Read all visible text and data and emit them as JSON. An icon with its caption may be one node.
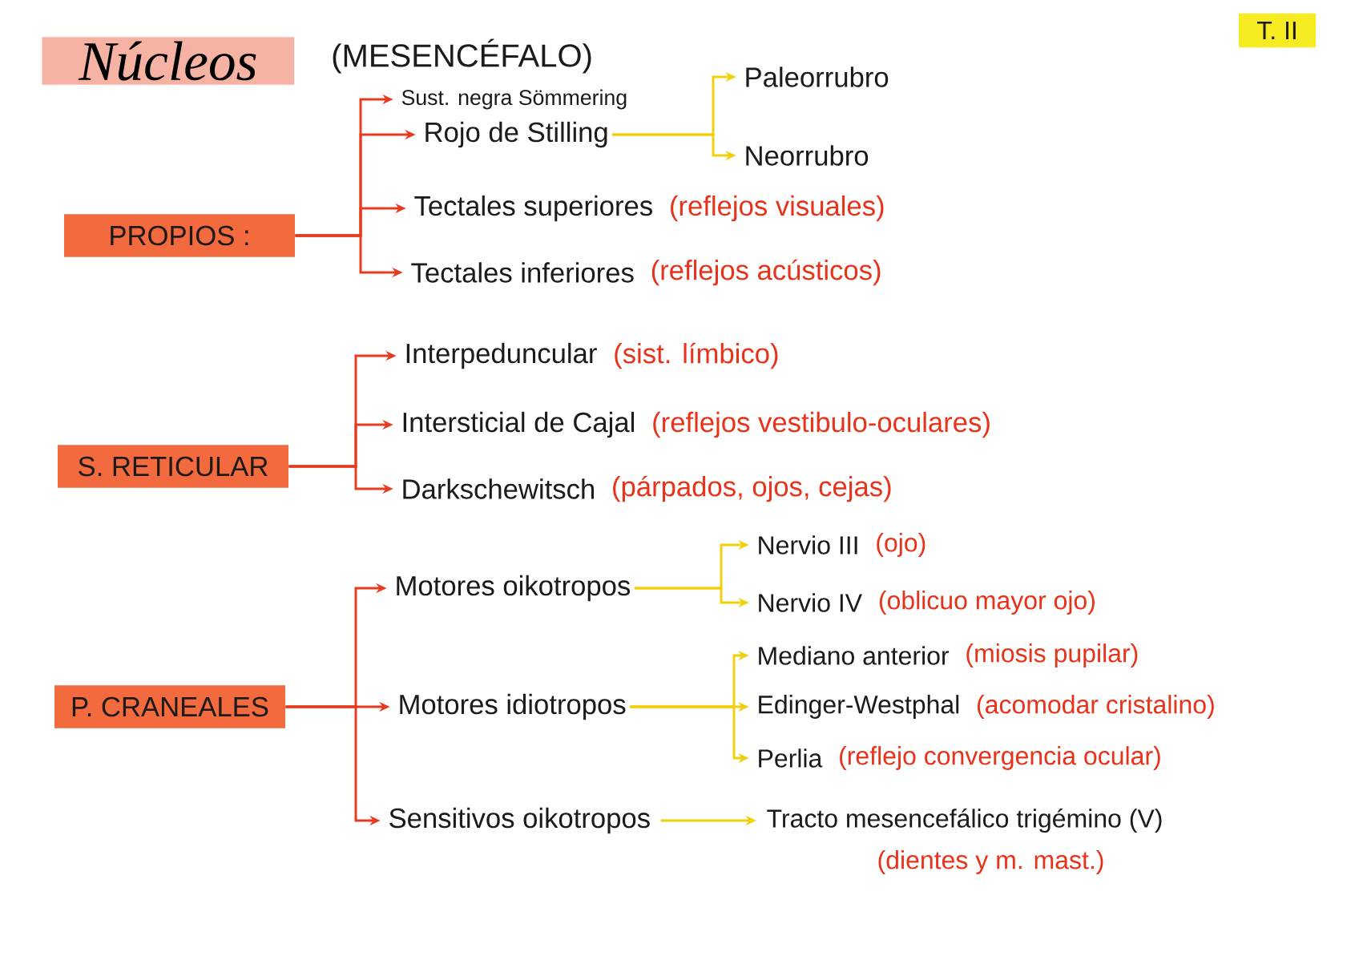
{
  "diagram": {
    "title": "Núcleos",
    "nodes": [
      {
        "text": [
          "PROPIOS :"
        ]
      },
      {
        "text": [
          "Sust. negra Sömmering"
        ]
      },
      {
        "text": [
          "Rojo de Stilling"
        ]
      },
      {
        "text": [
          "Paleorrubro"
        ]
      },
      {
        "text": [
          "Neorrubro"
        ]
      },
      {
        "text": [
          "Tectales superiores"
        ],
        "beside": [
          "(reflejos visuales)"
        ]
      },
      {
        "text": [
          "Tectales inferiores"
        ],
        "beside": [
          "(reflejos acústicos)"
        ]
      },
      {
        "text": [
          "S. RETICULAR"
        ]
      },
      {
        "text": [
          "Interpeduncular"
        ],
        "beside": [
          "(sist. límbico)"
        ]
      },
      {
        "text": [
          "Intersticial de Cajal"
        ],
        "beside": [
          "(reflejos vestibulo-oculares)"
        ]
      },
      {
        "text": [
          "Darkschewitsch"
        ],
        "beside": [
          "(párpados, ojos, cejas)"
        ]
      },
      {
        "text": [
          "P. CRANEALES"
        ]
      },
      {
        "text": [
          "Motores oikotropos"
        ]
      },
      {
        "text": [
          "Nervio III"
        ],
        "beside": [
          "(ojo)"
        ]
      },
      {
        "text": [
          "Nervio IV"
        ],
        "beside": [
          "(oblicuo mayor ojo)"
        ]
      },
      {
        "text": [
          "Motores idiotropos"
        ]
      },
      {
        "text": [
          "Mediano anterior"
        ],
        "beside": [
          "(miosis pupilar)"
        ]
      },
      {
        "text": [
          "Edinger-Westphal"
        ],
        "beside": [
          "(acomodar cristalino)"
        ]
      },
      {
        "text": [
          "Perlia"
        ],
        "beside": [
          "(reflejo convergencia ocular)"
        ]
      },
      {
        "text": [
          "Sensitivos oikotropos"
        ]
      },
      {
        "text": [
          "Tracto mesencefálico trigémino (V)"
        ],
        "beside": [
          "(dientes y m. mast.)"
        ]
      },
      {
        "text": [
          "T. II"
        ]
      }
    ],
    "edges": [
      {
        "from": 0,
        "to": 1,
        "arrow": "to"
      },
      {
        "from": 0,
        "to": 2,
        "arrow": "to"
      },
      {
        "from": 0,
        "to": 5,
        "arrow": "to"
      },
      {
        "from": 0,
        "to": 6,
        "arrow": "to"
      },
      {
        "from": 2,
        "to": 3,
        "arrow": "to",
        "color": "#f2cf0c"
      },
      {
        "from": 2,
        "to": 4,
        "arrow": "to",
        "color": "#f2cf0c"
      },
      {
        "from": 7,
        "to": 8,
        "arrow": "to"
      },
      {
        "from": 7,
        "to": 9,
        "arrow": "to"
      },
      {
        "from": 7,
        "to": 10,
        "arrow": "to"
      },
      {
        "from": 11,
        "to": 12,
        "arrow": "to"
      },
      {
        "from": 11,
        "to": 15,
        "arrow": "to"
      },
      {
        "from": 11,
        "to": 19,
        "arrow": "to"
      },
      {
        "from": 12,
        "to": 13,
        "arrow": "to",
        "color": "#f2cf0c"
      },
      {
        "from": 12,
        "to": 14,
        "arrow": "to",
        "color": "#f2cf0c"
      },
      {
        "from": 15,
        "to": 16,
        "arrow": "to",
        "color": "#f2cf0c"
      },
      {
        "from": 15,
        "to": 17,
        "arrow": "to",
        "color": "#f2cf0c"
      },
      {
        "from": 15,
        "to": 18,
        "arrow": "to",
        "color": "#f2cf0c"
      },
      {
        "from": 19,
        "to": 20,
        "arrow": "to",
        "color": "#f2cf0c"
      }
    ],
    "labels": [
      "(MESENCÉFALO)"
    ]
  }
}
